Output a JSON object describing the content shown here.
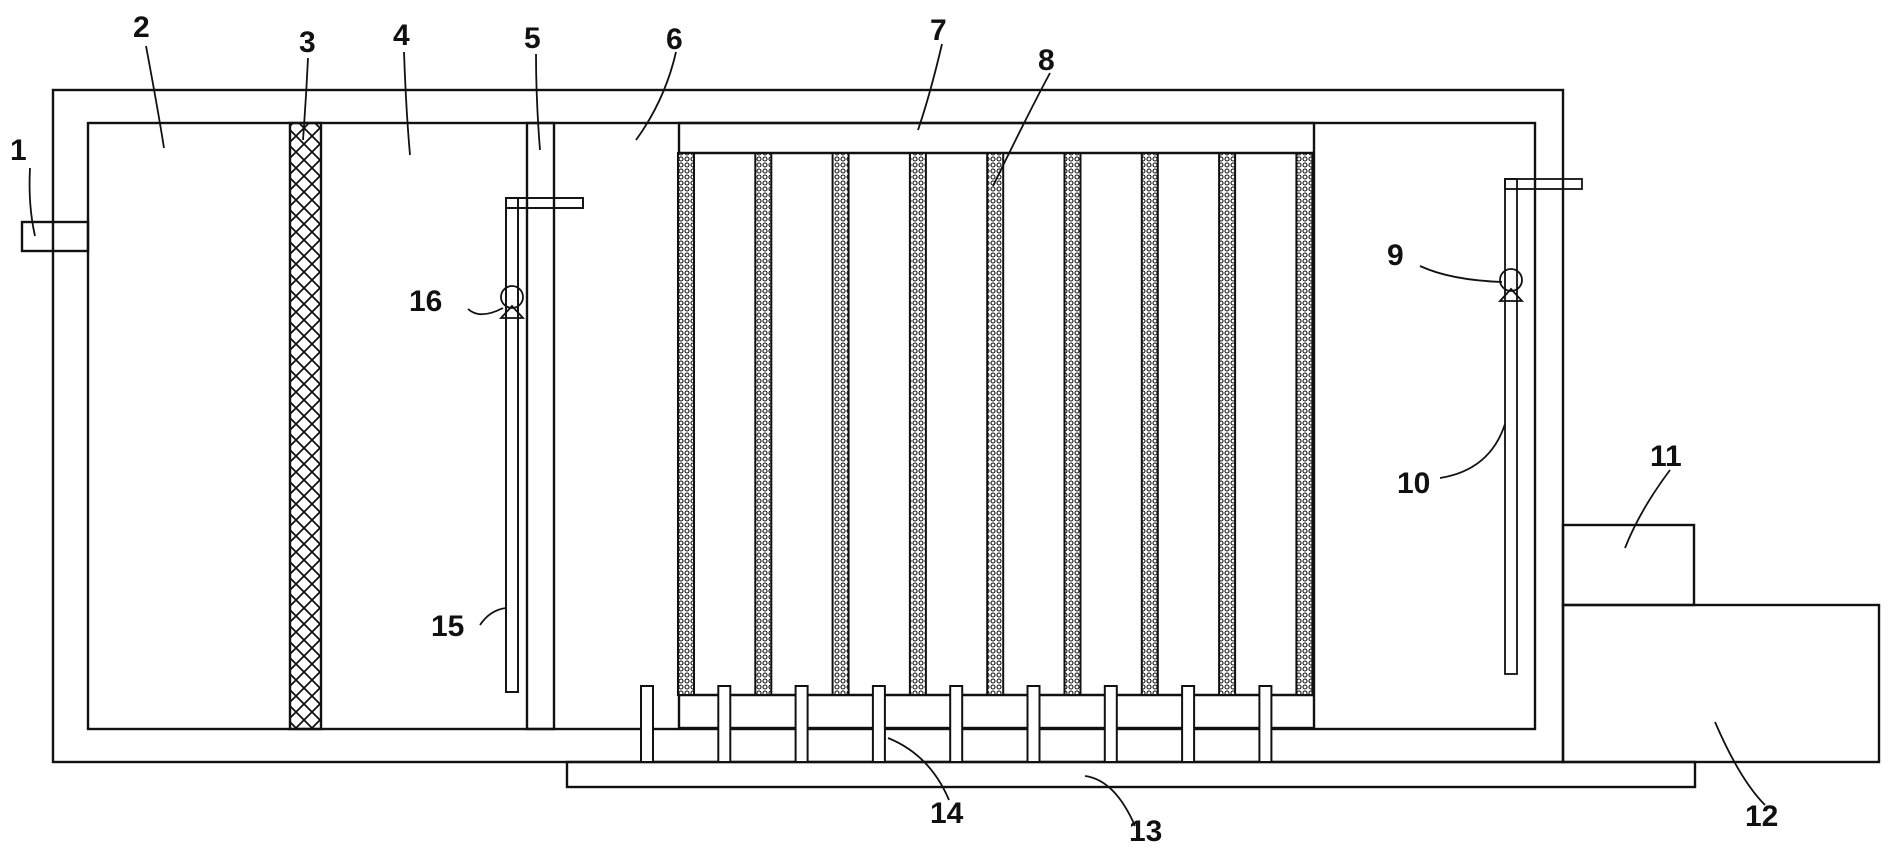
{
  "diagram": {
    "labels": {
      "l1": "1",
      "l2": "2",
      "l3": "3",
      "l4": "4",
      "l5": "5",
      "l6": "6",
      "l7": "7",
      "l8": "8",
      "l9": "9",
      "l10": "10",
      "l11": "11",
      "l12": "12",
      "l13": "13",
      "l14": "14",
      "l15": "15",
      "l16": "16"
    },
    "filter_panel_count": 9,
    "bottom_pipe_count": 9
  }
}
